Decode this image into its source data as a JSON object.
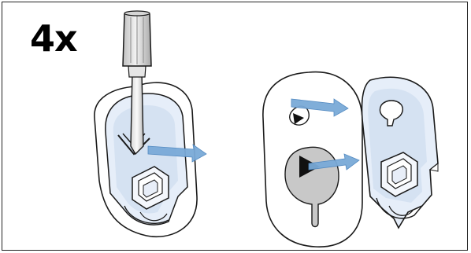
{
  "step": {
    "count_label": "4x"
  },
  "colors": {
    "outline": "#1a1a1a",
    "part_fill": "#e8f0fa",
    "part_shade": "#cfdcec",
    "arrow": "#7aaad8",
    "disc": "#c8c8c8"
  },
  "icons": {
    "left": "screwdriver-prying-clip",
    "right": "clip-detached-from-mount"
  }
}
